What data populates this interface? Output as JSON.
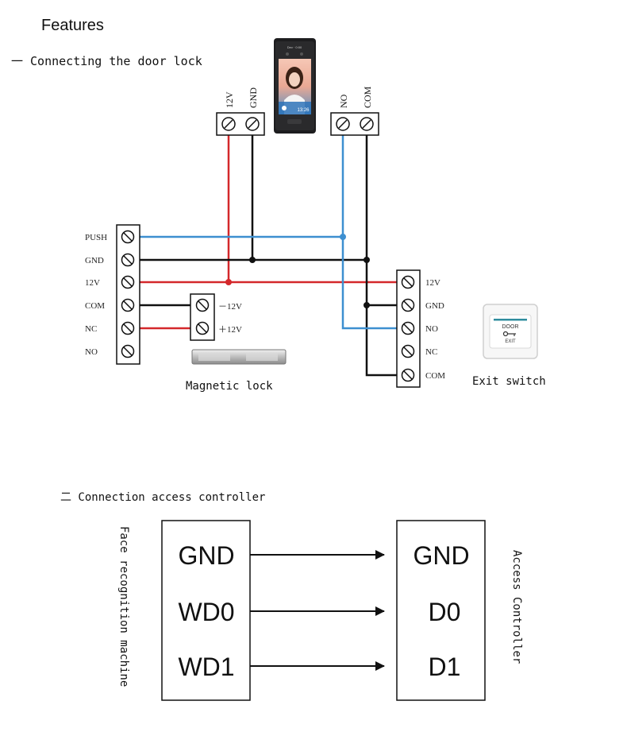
{
  "page": {
    "title": "Features",
    "section1_heading": "一 Connecting the door lock",
    "section2_heading": "二 Connection access controller"
  },
  "device": {
    "top_bar": "Dev · 0:00",
    "clock": "13:26",
    "left_terminal": {
      "labels": [
        "12V",
        "GND"
      ]
    },
    "right_terminal": {
      "labels": [
        "NO",
        "COM"
      ]
    }
  },
  "power_supply": {
    "labels": [
      "PUSH",
      "GND",
      "12V",
      "COM",
      "NC",
      "NO"
    ]
  },
  "magnetic_lock": {
    "terminal_labels": [
      "－12V",
      "＋12V"
    ],
    "caption": "Magnetic lock"
  },
  "exit_block": {
    "labels": [
      "12V",
      "GND",
      "NO",
      "NC",
      "COM"
    ]
  },
  "exit_switch": {
    "caption": "Exit switch",
    "plate_top": "DOOR",
    "plate_bottom": "EXIT"
  },
  "controller_section": {
    "left_label": "Face recognition machine",
    "right_label": "Access Controller",
    "left_terms": [
      "GND",
      "WD0",
      "WD1"
    ],
    "right_terms": [
      "GND",
      "D0",
      "D1"
    ]
  },
  "colors": {
    "red_wire": "#d4282b",
    "blue_wire": "#3d8fd0",
    "black_wire": "#111111"
  }
}
